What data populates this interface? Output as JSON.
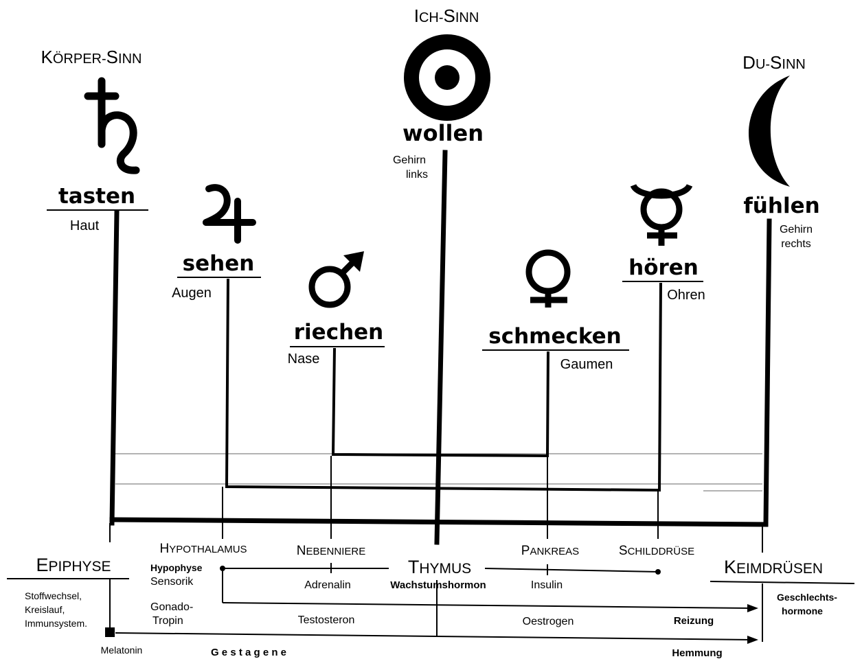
{
  "senses": {
    "ich": {
      "big": "I",
      "small": "CH-",
      "big2": "S",
      "small2": "INN",
      "verb": "wollen",
      "organ1": "Gehirn",
      "organ2": "links"
    },
    "koerper": {
      "big": "K",
      "small": "ÖRPER-",
      "big2": "S",
      "small2": "INN",
      "verb": "tasten",
      "organ": "Haut"
    },
    "du": {
      "big": "D",
      "small": "U-",
      "big2": "S",
      "small2": "INN",
      "verb": "fühlen",
      "organ1": "Gehirn",
      "organ2": "rechts"
    },
    "sehen": {
      "verb": "sehen",
      "organ": "Augen"
    },
    "riechen": {
      "verb": "riechen",
      "organ": "Nase"
    },
    "schmecken": {
      "verb": "schmecken",
      "organ": "Gaumen"
    },
    "hoeren": {
      "verb": "hören",
      "organ": "Ohren"
    }
  },
  "glands": {
    "epiphyse": {
      "big": "E",
      "small": "PIPHYSE"
    },
    "hypothalamus": {
      "big": "H",
      "small": "YPOTHALAMUS"
    },
    "nebenniere": {
      "big": "N",
      "small": "EBENNIERE"
    },
    "thymus": {
      "big": "T",
      "small": "HYMUS"
    },
    "pankreas": {
      "big": "P",
      "small": "ANKREAS"
    },
    "schilddruese": {
      "big": "S",
      "small": "CHILDDRÜSE"
    },
    "keimdruesen": {
      "big": "K",
      "small": "EIMDRÜSEN"
    }
  },
  "hormones": {
    "epi1": "Stoffwechsel,",
    "epi2": "Kreislauf,",
    "epi3": "Immunsystem.",
    "hypophyse": "Hypophyse",
    "sensorik": "Sensorik",
    "gonado1": "Gonado-",
    "gonado2": "Tropin",
    "adrenalin": "Adrenalin",
    "testosteron": "Testosteron",
    "wachstum": "Wachstumshormon",
    "insulin": "Insulin",
    "oestrogen": "Oestrogen",
    "reizung": "Reizung",
    "hemmung": "Hemmung",
    "geschl1": "Geschlechts-",
    "geschl2": "hormone",
    "melatonin": "Melatonin",
    "gestagene": "G e s t a g e n e"
  },
  "symbols": {
    "saturn": "saturn-symbol",
    "jupiter": "jupiter-symbol",
    "mars": "mars-symbol",
    "sun": "sun-symbol",
    "venus": "venus-symbol",
    "mercury": "mercury-symbol",
    "moon": "moon-symbol"
  }
}
